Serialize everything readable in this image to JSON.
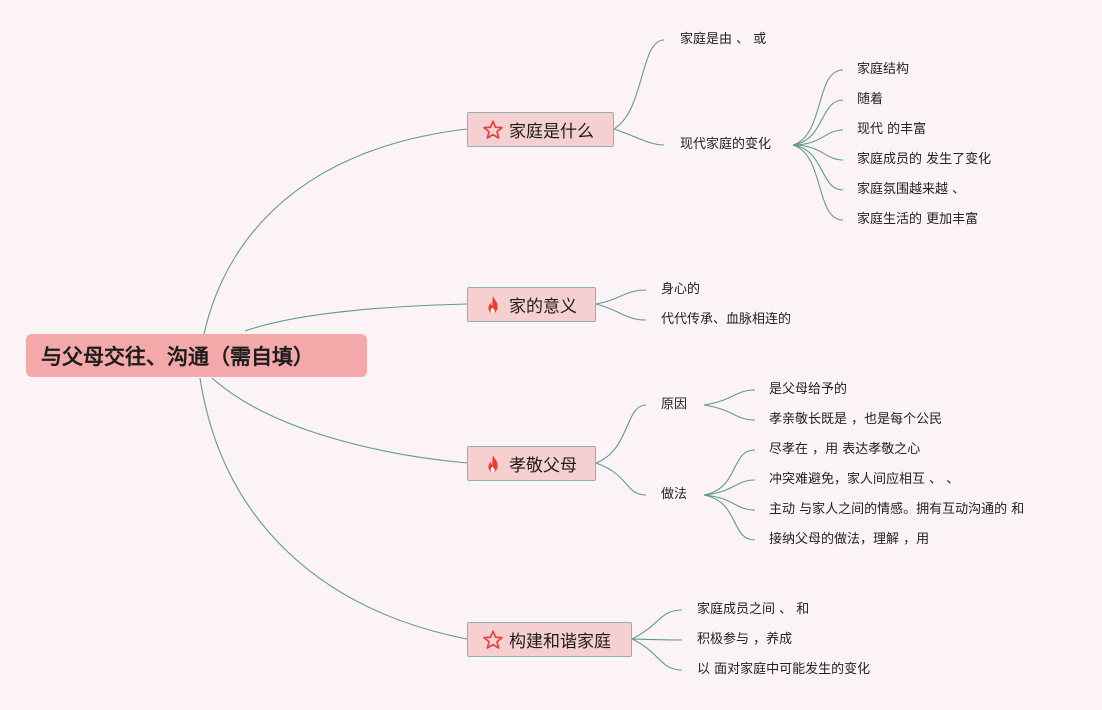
{
  "root": {
    "label": "与父母交往、沟通（需自填）"
  },
  "topics": [
    {
      "label": "家庭是什么",
      "icon": "star-icon",
      "children": [
        {
          "label": "家庭是由 、 或"
        },
        {
          "label": "现代家庭的变化",
          "children": [
            {
              "label": "家庭结构"
            },
            {
              "label": "随着"
            },
            {
              "label": "现代 的丰富"
            },
            {
              "label": "家庭成员的 发生了变化"
            },
            {
              "label": "家庭氛围越来越 、"
            },
            {
              "label": "家庭生活的 更加丰富"
            }
          ]
        }
      ]
    },
    {
      "label": "家的意义",
      "icon": "fire-icon",
      "children": [
        {
          "label": "身心的"
        },
        {
          "label": "代代传承、血脉相连的"
        }
      ]
    },
    {
      "label": "孝敬父母",
      "icon": "fire-icon",
      "children": [
        {
          "label": "原因",
          "children": [
            {
              "label": "是父母给予的"
            },
            {
              "label": "孝亲敬长既是 ，也是每个公民"
            }
          ]
        },
        {
          "label": "做法",
          "children": [
            {
              "label": "尽孝在 ，用 表达孝敬之心"
            },
            {
              "label": "冲突难避免，家人间应相互 、 、"
            },
            {
              "label": "主动 与家人之间的情感。拥有互动沟通的 和"
            },
            {
              "label": "接纳父母的做法，理解 ，用"
            }
          ]
        }
      ]
    },
    {
      "label": "构建和谐家庭",
      "icon": "star-icon",
      "children": [
        {
          "label": "家庭成员之间 、 和"
        },
        {
          "label": "积极参与 ，养成"
        },
        {
          "label": "以 面对家庭中可能发生的变化"
        }
      ]
    }
  ],
  "colors": {
    "background": "#fbf3f5",
    "root_fill": "#f3a9a9",
    "topic_fill": "#f6d0d0",
    "topic_border": "#8fb1a6",
    "connector": "#5f9c8a",
    "star": "#e0413a",
    "fire": "#ef3b2c"
  }
}
